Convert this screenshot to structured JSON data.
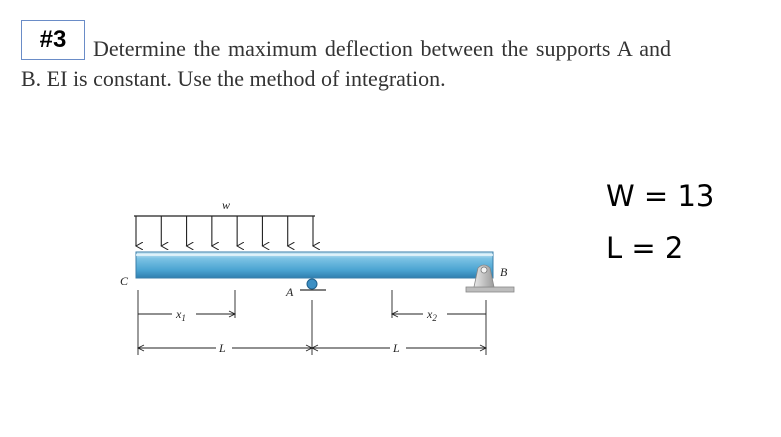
{
  "problem": {
    "number": "#3",
    "text": "Determine the maximum deflection between the supports A and B. EI is constant. Use the method of integration."
  },
  "givens": [
    {
      "label": "W",
      "value": "13"
    },
    {
      "label": "L",
      "value": "2"
    }
  ],
  "diagram": {
    "load_label": "w",
    "end_label": "C",
    "support_a_label": "A",
    "support_b_label": "B",
    "x1_label": "x",
    "x1_sub": "1",
    "x2_label": "x",
    "x2_sub": "2",
    "span1_label": "L",
    "span2_label": "L"
  },
  "colors": {
    "beam_light": "#bfe3f3",
    "beam_mid": "#5fb0d8",
    "beam_dark": "#2f7fb0",
    "number_box_border": "#6a8cc7"
  }
}
